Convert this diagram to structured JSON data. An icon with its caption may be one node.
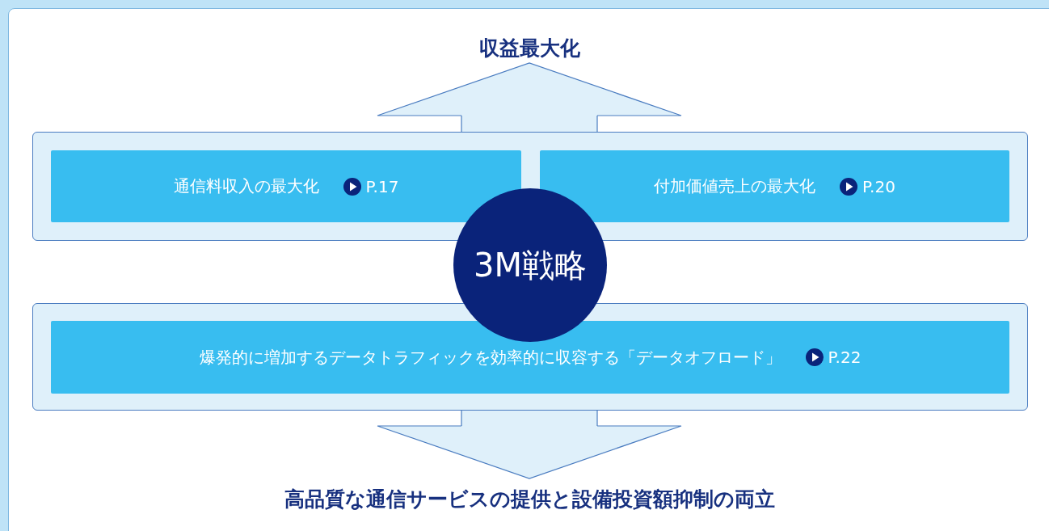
{
  "diagram": {
    "nodes": [
      {
        "text": [
          "収益最大化"
        ]
      },
      {
        "text": [],
        "shape": "box"
      },
      {
        "text": [
          "通信料収入の最大化",
          "P.17"
        ],
        "in": 1
      },
      {
        "text": [
          "付加価値売上の最大化",
          "P.20"
        ],
        "in": 1
      },
      {
        "text": [
          "3M戦略"
        ]
      },
      {
        "text": [],
        "shape": "box"
      },
      {
        "text": [
          "爆発的に増加するデータトラフィックを効率的に収容する「データオフロード」",
          "P.22"
        ],
        "in": 5
      },
      {
        "text": [
          "高品質な通信サービスの提供と設備投資額抑制の両立"
        ]
      }
    ],
    "edges": [
      {
        "from": 1,
        "to": 0,
        "arrow": "to"
      },
      {
        "from": 5,
        "to": 7,
        "arrow": "to"
      }
    ]
  }
}
